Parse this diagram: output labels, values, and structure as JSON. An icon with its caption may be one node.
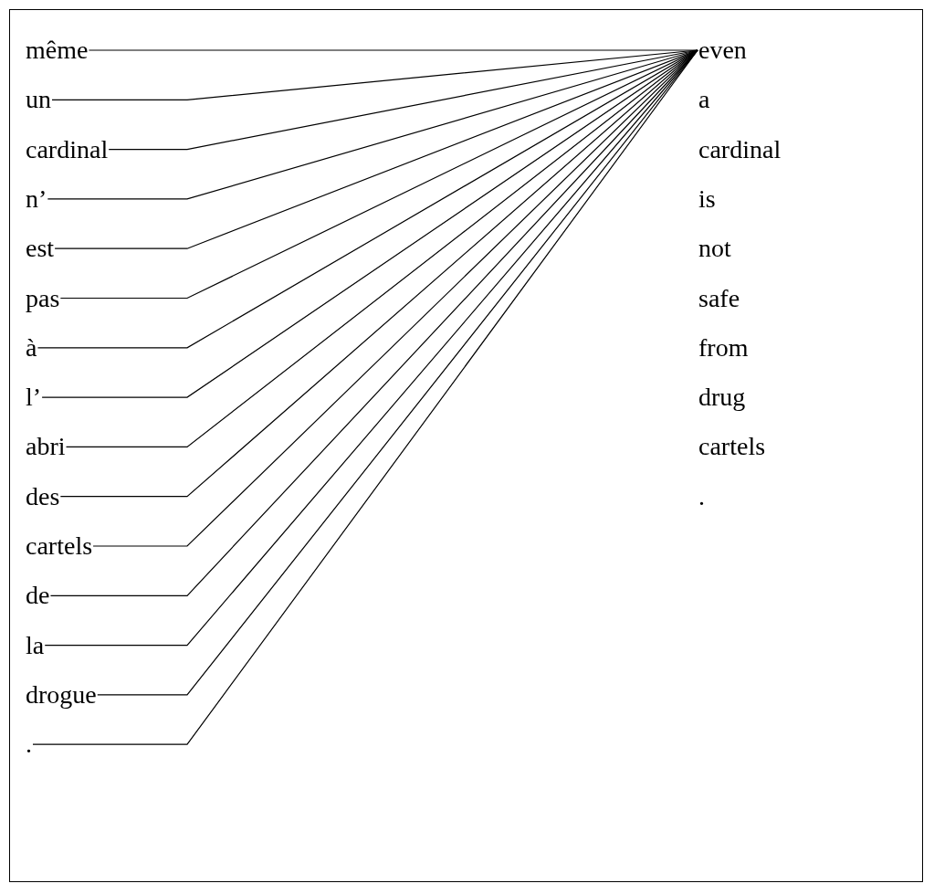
{
  "diagram": {
    "nodes": [
      {
        "text": [
          "même"
        ]
      },
      {
        "text": [
          "un"
        ]
      },
      {
        "text": [
          "cardinal"
        ]
      },
      {
        "text": [
          "n’"
        ]
      },
      {
        "text": [
          "est"
        ]
      },
      {
        "text": [
          "pas"
        ]
      },
      {
        "text": [
          "à"
        ]
      },
      {
        "text": [
          "l’"
        ]
      },
      {
        "text": [
          "abri"
        ]
      },
      {
        "text": [
          "des"
        ]
      },
      {
        "text": [
          "cartels"
        ]
      },
      {
        "text": [
          "de"
        ]
      },
      {
        "text": [
          "la"
        ]
      },
      {
        "text": [
          "drogue"
        ]
      },
      {
        "text": [
          "."
        ]
      },
      {
        "text": [
          "even"
        ]
      },
      {
        "text": [
          "a"
        ]
      },
      {
        "text": [
          "cardinal"
        ]
      },
      {
        "text": [
          "is"
        ]
      },
      {
        "text": [
          "not"
        ]
      },
      {
        "text": [
          "safe"
        ]
      },
      {
        "text": [
          "from"
        ]
      },
      {
        "text": [
          "drug"
        ]
      },
      {
        "text": [
          "cartels"
        ]
      },
      {
        "text": [
          "."
        ]
      }
    ],
    "edges": [
      {
        "from": 0,
        "to": 15,
        "arrow": "none"
      },
      {
        "from": 1,
        "to": 15,
        "arrow": "none"
      },
      {
        "from": 2,
        "to": 15,
        "arrow": "none"
      },
      {
        "from": 3,
        "to": 15,
        "arrow": "none"
      },
      {
        "from": 4,
        "to": 15,
        "arrow": "none"
      },
      {
        "from": 5,
        "to": 15,
        "arrow": "none"
      },
      {
        "from": 6,
        "to": 15,
        "arrow": "none"
      },
      {
        "from": 7,
        "to": 15,
        "arrow": "none"
      },
      {
        "from": 8,
        "to": 15,
        "arrow": "none"
      },
      {
        "from": 9,
        "to": 15,
        "arrow": "none"
      },
      {
        "from": 10,
        "to": 15,
        "arrow": "none"
      },
      {
        "from": 11,
        "to": 15,
        "arrow": "none"
      },
      {
        "from": 12,
        "to": 15,
        "arrow": "none"
      },
      {
        "from": 13,
        "to": 15,
        "arrow": "none"
      },
      {
        "from": 14,
        "to": 15,
        "arrow": "none"
      }
    ]
  }
}
